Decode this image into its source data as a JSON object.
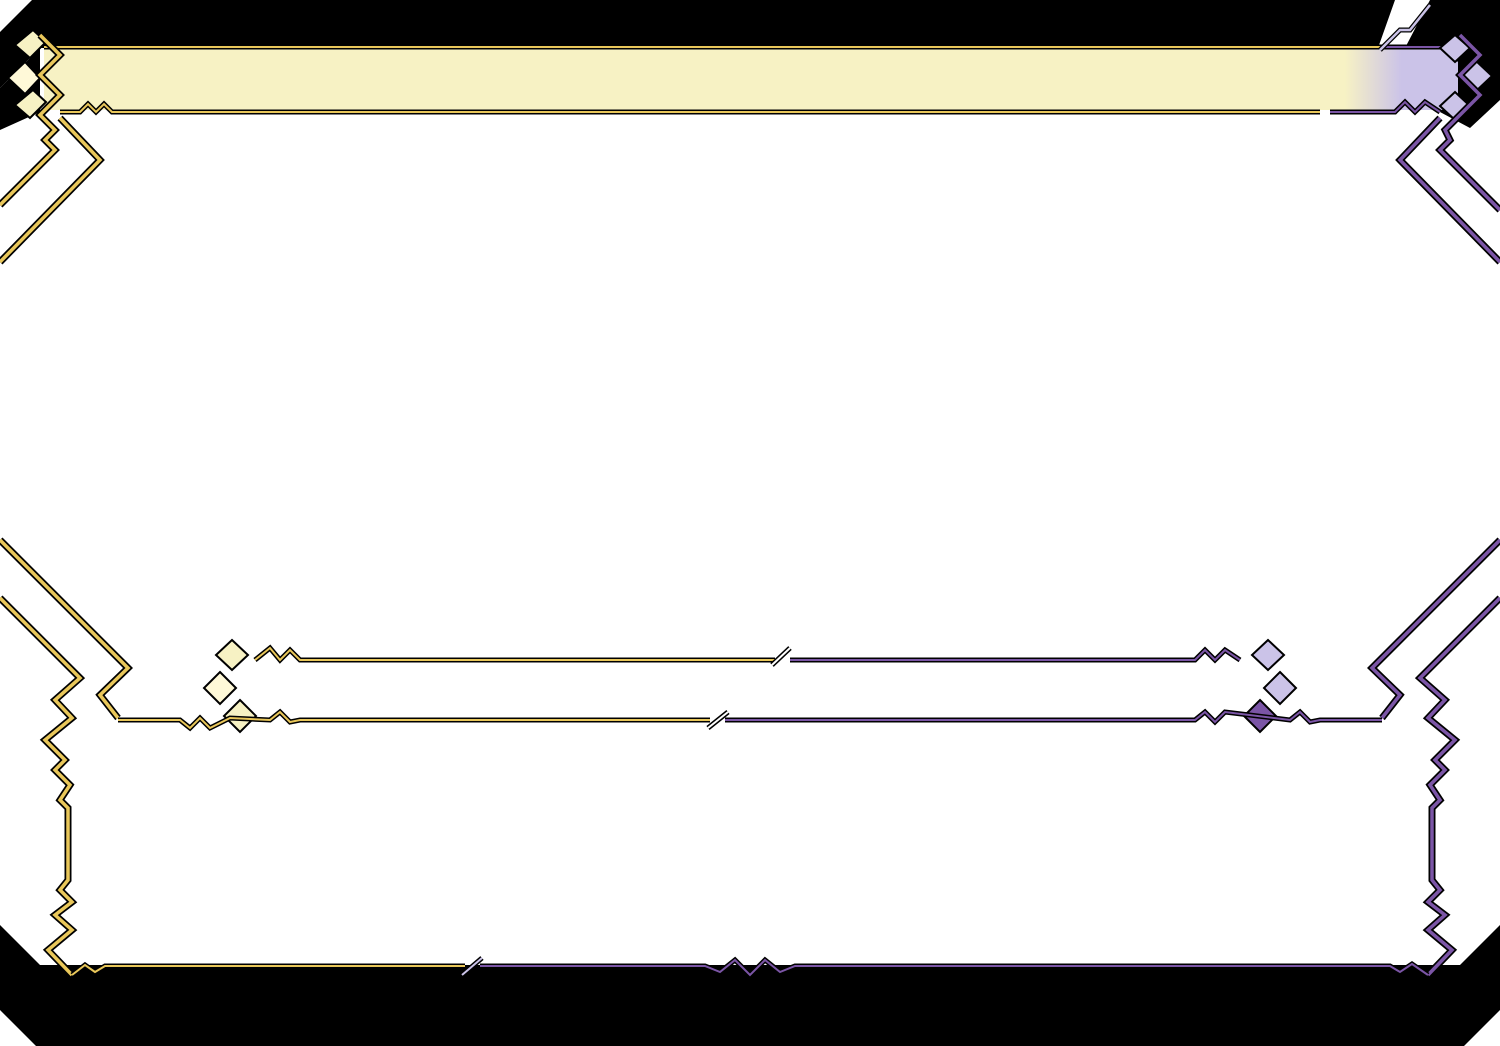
{
  "frame": {
    "style": "decorative dialogue frame",
    "colors": {
      "gold": "#e9c75a",
      "purple": "#7b55a6",
      "title_bar_fill": "#f7f2c4",
      "title_bar_fill_end": "#cbc3e8",
      "background": "#000000",
      "panel": "#ffffff"
    },
    "panels": [
      "title-bar",
      "main-area",
      "name-plate",
      "dialogue-box"
    ]
  }
}
